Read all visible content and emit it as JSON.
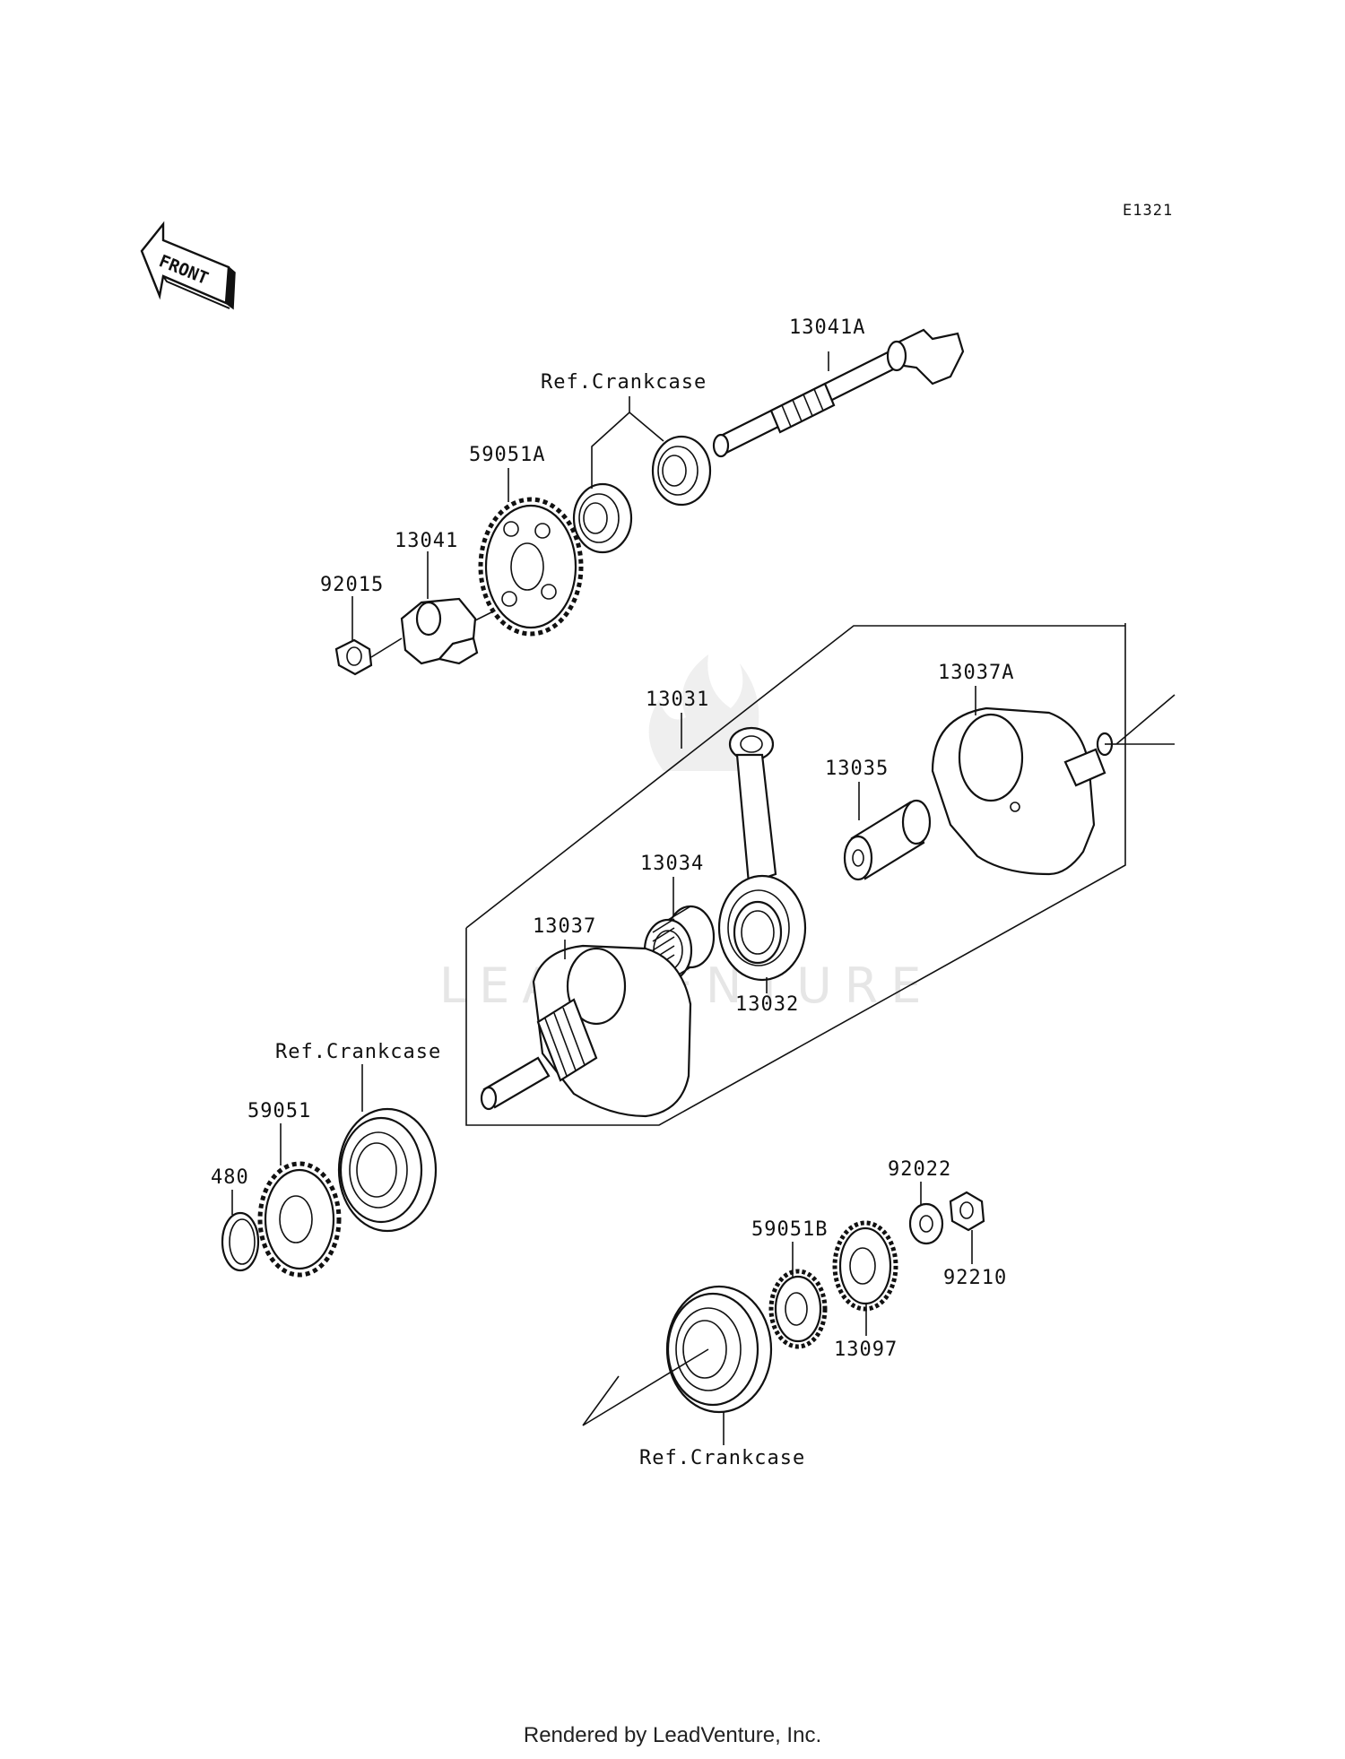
{
  "diagram_code": "E1321",
  "front_label": "FRONT",
  "watermark": "LEADVENTURE",
  "footer": "Rendered by LeadVenture, Inc.",
  "callouts": {
    "c13041A": "13041A",
    "ref_top": "Ref.Crankcase",
    "c59051A": "59051A",
    "c13041": "13041",
    "c92015": "92015",
    "c13031": "13031",
    "c13037A": "13037A",
    "c13035": "13035",
    "c13034": "13034",
    "c13037": "13037",
    "c13032": "13032",
    "ref_left": "Ref.Crankcase",
    "c59051": "59051",
    "c480": "480",
    "c92022": "92022",
    "c59051B": "59051B",
    "c92210": "92210",
    "c13097": "13097",
    "ref_bottom": "Ref.Crankcase"
  }
}
